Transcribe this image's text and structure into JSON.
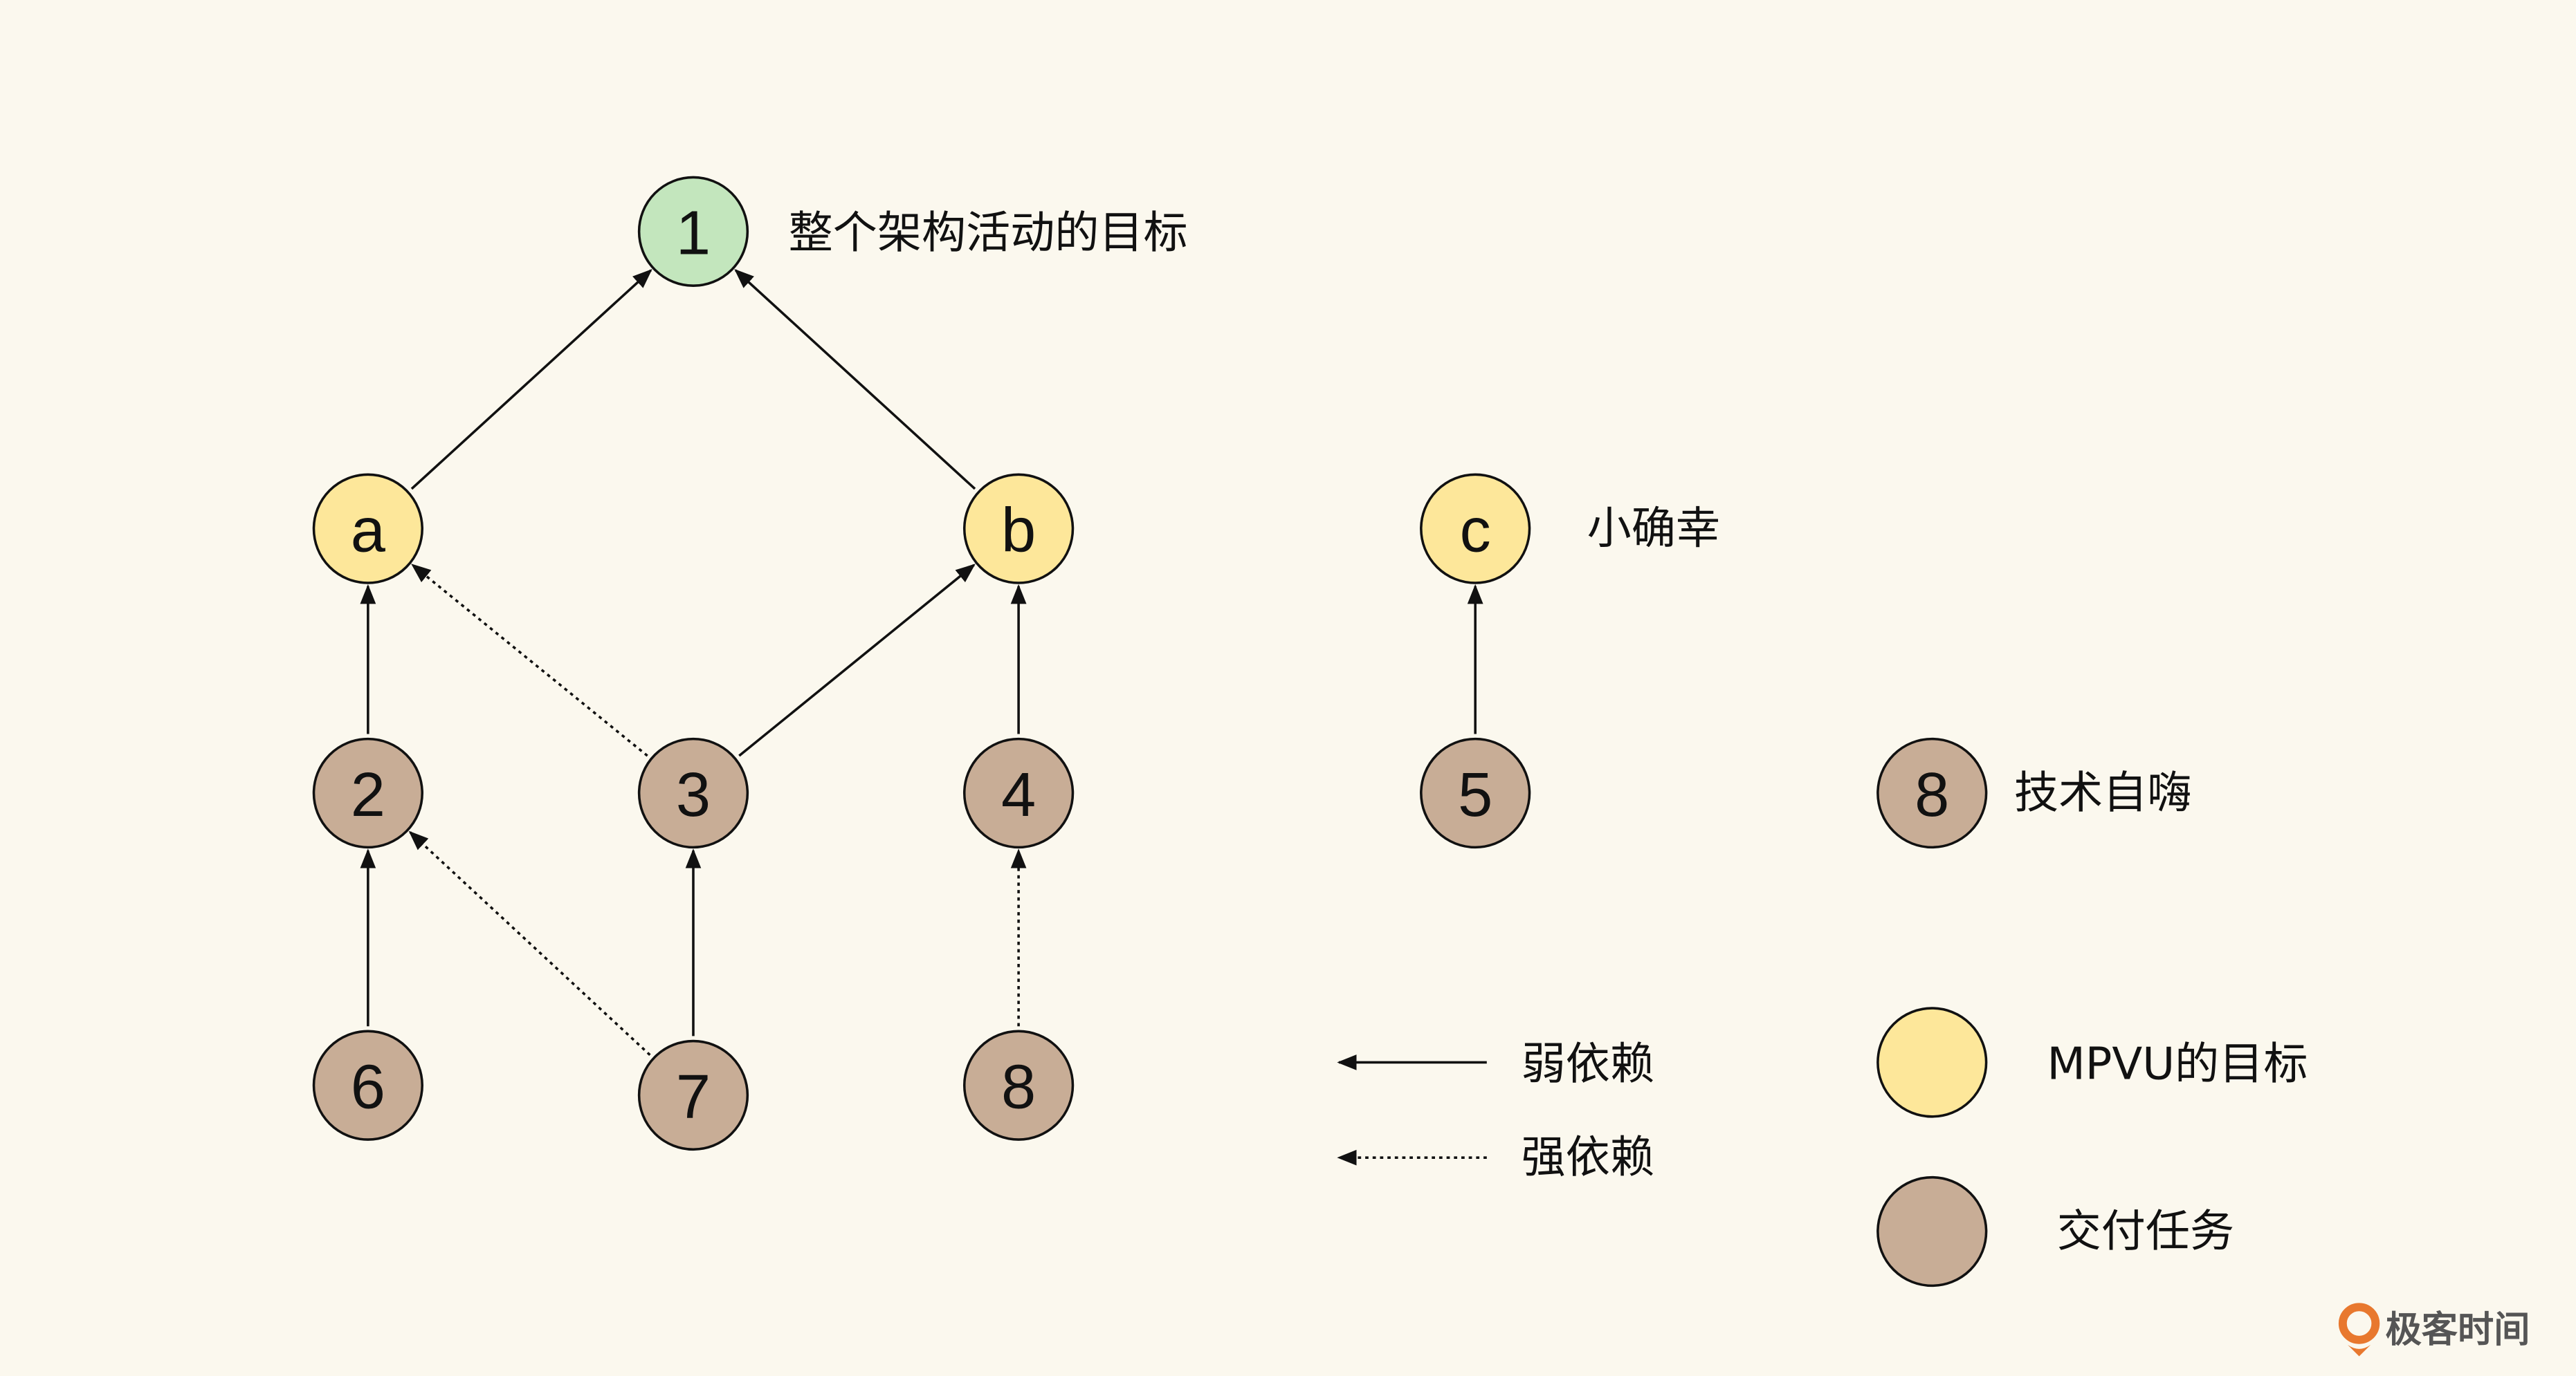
{
  "colors": {
    "background": "#fbf8ee",
    "goal": "#c3e6bd",
    "mpvu_goal": "#fde79a",
    "task": "#c8ad96",
    "stroke": "#111111",
    "logo": "#e8782e"
  },
  "nodes": [
    {
      "id": "n1",
      "label": "1",
      "kind": "goal"
    },
    {
      "id": "na",
      "label": "a",
      "kind": "mpvu_goal"
    },
    {
      "id": "nb",
      "label": "b",
      "kind": "mpvu_goal"
    },
    {
      "id": "nc",
      "label": "c",
      "kind": "mpvu_goal"
    },
    {
      "id": "n2",
      "label": "2",
      "kind": "task"
    },
    {
      "id": "n3",
      "label": "3",
      "kind": "task"
    },
    {
      "id": "n4",
      "label": "4",
      "kind": "task"
    },
    {
      "id": "n5",
      "label": "5",
      "kind": "task"
    },
    {
      "id": "n8b",
      "label": "8",
      "kind": "task"
    },
    {
      "id": "n6",
      "label": "6",
      "kind": "task"
    },
    {
      "id": "n7",
      "label": "7",
      "kind": "task"
    },
    {
      "id": "n8",
      "label": "8",
      "kind": "task"
    }
  ],
  "edges": [
    {
      "from": "na",
      "to": "n1",
      "style": "solid"
    },
    {
      "from": "nb",
      "to": "n1",
      "style": "solid"
    },
    {
      "from": "n2",
      "to": "na",
      "style": "solid"
    },
    {
      "from": "n3",
      "to": "na",
      "style": "dotted"
    },
    {
      "from": "n3",
      "to": "nb",
      "style": "solid"
    },
    {
      "from": "n4",
      "to": "nb",
      "style": "solid"
    },
    {
      "from": "n5",
      "to": "nc",
      "style": "solid"
    },
    {
      "from": "n6",
      "to": "n2",
      "style": "solid"
    },
    {
      "from": "n7",
      "to": "n2",
      "style": "dotted"
    },
    {
      "from": "n7",
      "to": "n3",
      "style": "solid"
    },
    {
      "from": "n8",
      "to": "n4",
      "style": "dotted"
    }
  ],
  "annotations": {
    "goal": "整个架构活动的目标",
    "small_joy": "小确幸",
    "tech_self_indulgence": "技术自嗨"
  },
  "legend": {
    "weak": "弱依赖",
    "strong": "强依赖",
    "mpvu_goal": "MPVU的目标",
    "task": "交付任务"
  },
  "logo": {
    "text": "极客时间"
  }
}
